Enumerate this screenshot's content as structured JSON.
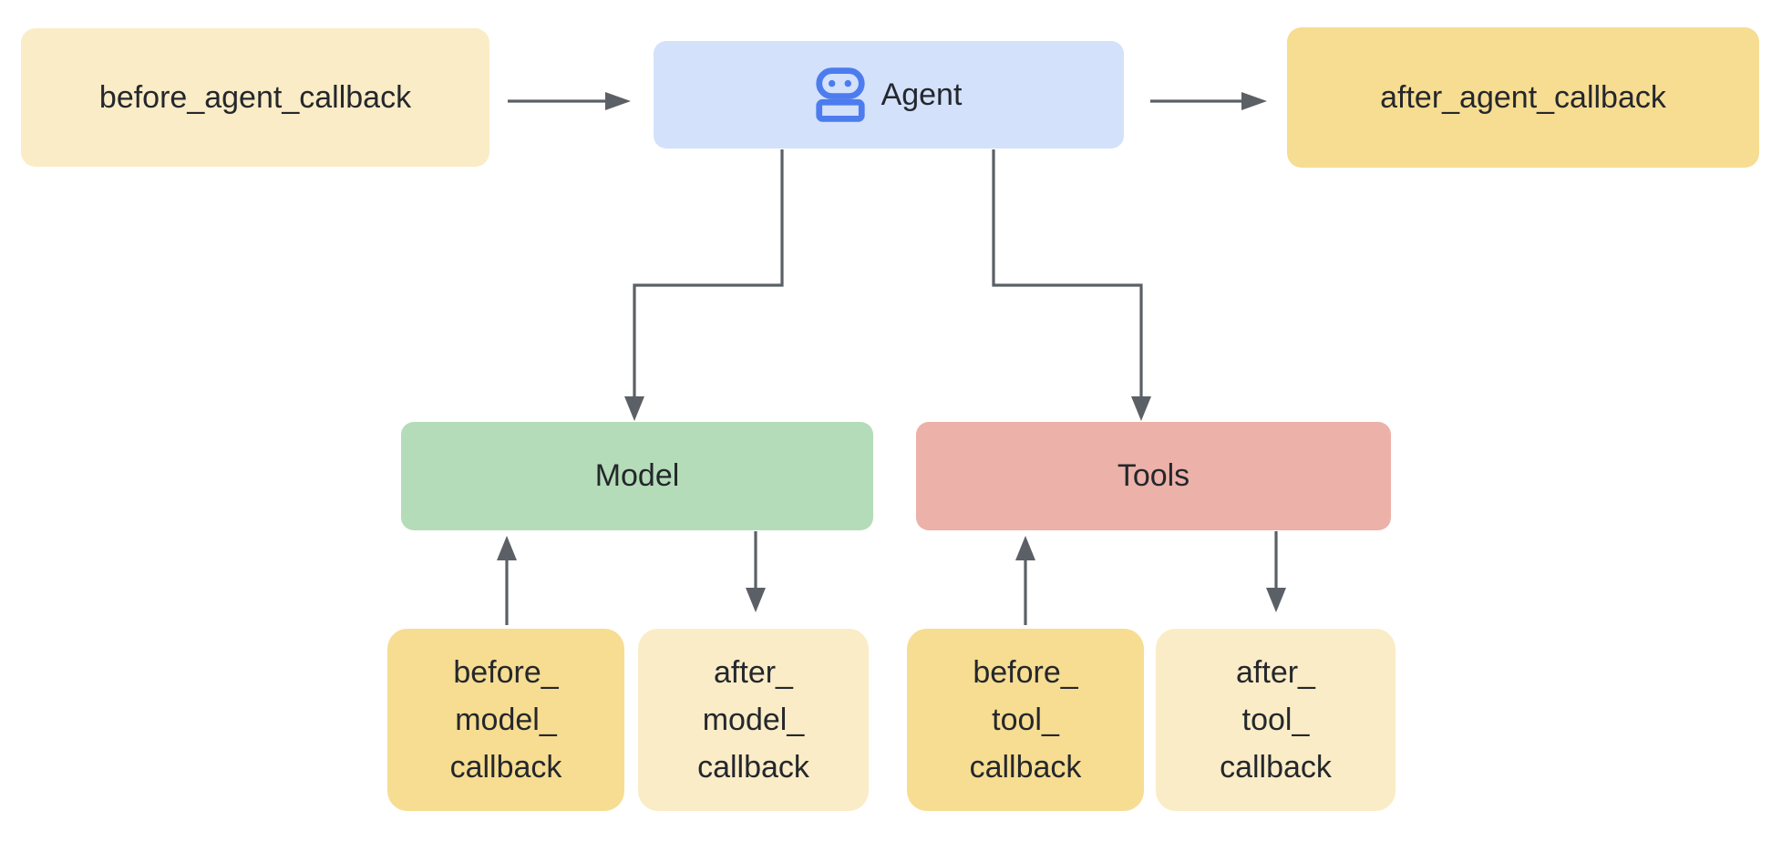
{
  "diagram": {
    "nodes": {
      "before_agent_callback": {
        "label": "before_agent_callback"
      },
      "agent": {
        "label": "Agent",
        "icon": "robot-icon"
      },
      "after_agent_callback": {
        "label": "after_agent_callback"
      },
      "model": {
        "label": "Model"
      },
      "tools": {
        "label": "Tools"
      },
      "before_model_callback": {
        "label": "before_\nmodel_\ncallback"
      },
      "after_model_callback": {
        "label": "after_\nmodel_\ncallback"
      },
      "before_tool_callback": {
        "label": "before_\ntool_\ncallback"
      },
      "after_tool_callback": {
        "label": "after_\ntool_\ncallback"
      }
    },
    "edges": [
      {
        "from": "before_agent_callback",
        "to": "agent"
      },
      {
        "from": "agent",
        "to": "after_agent_callback"
      },
      {
        "from": "agent",
        "to": "model"
      },
      {
        "from": "agent",
        "to": "tools"
      },
      {
        "from": "before_model_callback",
        "to": "model"
      },
      {
        "from": "model",
        "to": "after_model_callback"
      },
      {
        "from": "before_tool_callback",
        "to": "tools"
      },
      {
        "from": "tools",
        "to": "after_tool_callback"
      }
    ],
    "colors": {
      "agent_fill": "#D3E1FA",
      "callback_light": "#FAECC6",
      "callback_dark": "#F7DD92",
      "model_fill": "#B5DCB8",
      "tools_fill": "#ECB1A8",
      "arrow": "#5B6066",
      "text": "#24272C",
      "robot_icon_blue": "#4C7CEE"
    }
  }
}
